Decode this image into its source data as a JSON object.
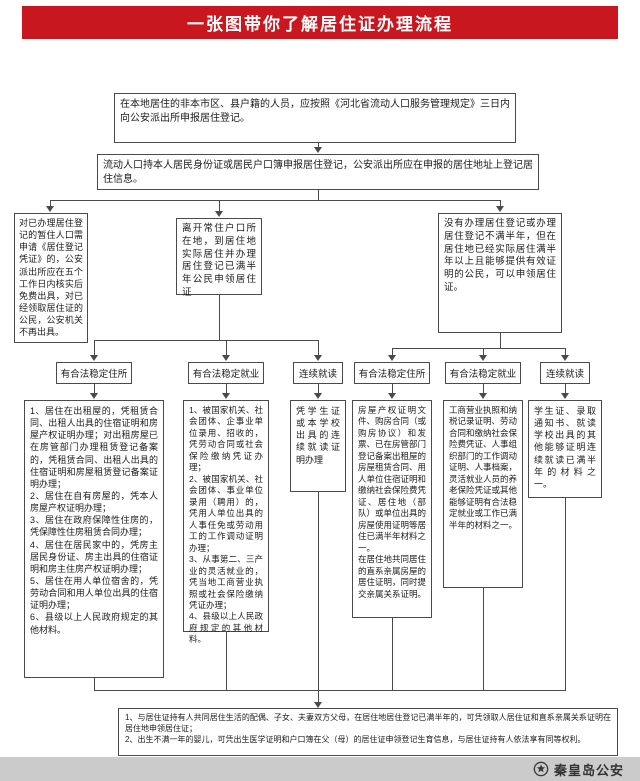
{
  "title": "一张图带你了解居住证办理流程",
  "flow": {
    "step1": "在本地居住的非本市区、县户籍的人员，应按照《河北省流动人口服务管理规定》三日内向公安派出所申报居住登记。",
    "step2": "流动人口持本人居民身份证或居民户口簿申报居住登记，公安派出所应在申报的居住地址上登记居住信息。",
    "branch_left": "对已办理居住登记的暂住人口需申请《居住登记凭证》的，公安派出所应在五个工作日内核实后免费出具，对已经领取居住证的公民，公安机关不再出具。",
    "branch_middle": "离开常住户口所在地，到居住地实际居住并办理居住登记已满半年公民申领居住证",
    "branch_right": "没有办理居住登记或办理居住登记不满半年，但在居住地已经实际居住满半年以上且能够提供有效证明的公民，可以申领居住证。",
    "labels": [
      "有合法稳定住所",
      "有合法稳定就业",
      "连续就读",
      "有合法稳定住所",
      "有合法稳定就业",
      "连续就读"
    ],
    "details": [
      {
        "items": [
          "1、居住在出租屋的，凭租赁合同、出租人出具的住宿证明和房屋产权证明办理；对出租房屋已在房管部门办理租赁登记备案的，凭租赁合同、出租人出具的住宿证明和房屋租赁登记备案证明办理；",
          "2、居住在自有房屋的，凭本人房屋产权证明办理；",
          "3、居住在政府保障性住房的，凭保障性住房租赁合同办理；",
          "4、居住在居民家中的，凭房主居民身份证、房主出具的住宿证明和房主住房产权证明办理；",
          "5、居住在用人单位宿舍的，凭劳动合同和用人单位出具的住宿证明办理；",
          "6、县级以上人民政府规定的其他材料。"
        ]
      },
      {
        "items": [
          "1、被国家机关、社会团体、企事业单位录用、招收的，凭劳动合同或社会保险缴纳凭证办理；",
          "2、被国家机关、社会团体、事业单位录用（聘用）的，凭用人单位出具的人事任免或劳动用工的工作调动证明办理；",
          "3、从事第二、三产业的灵活就业的，凭当地工商营业执照或社会保险缴纳凭证办理；",
          "4、县级以上人民政府规定的其他材料。"
        ]
      },
      {
        "items": [
          "凭学生证或本学校出具的连续就读证明办理"
        ]
      },
      {
        "items": [
          "房屋产权证明文件、购房合同（或购房协议）和发票、已在房管部门登记备案出租屋的房屋租赁合同、用人单位住宿证明和缴纳社会保险费凭证、居住地（部队）或单位出具的房屋使用证明等居住已满半年材料之一。",
          "在居住地共同居住的直系亲属房屋的居住证明，同时提交亲属关系证明。"
        ]
      },
      {
        "items": [
          "工商营业执照和纳税记录证明、劳动合同和缴纳社会保险费凭证、人事组织部门的工作调动证明、人事档案，灵活就业人员的养老保险凭证或其他能够证明有合法稳定就业或工作已满半年的材料之一。"
        ]
      },
      {
        "items": [
          "学生证、录取通知书、就读学校出具的其他能够证明连续就读已满半年的材料之一。"
        ]
      }
    ],
    "bottom": {
      "items": [
        "1、与居住证持有人共同居住生活的配偶、子女、夫妻双方父母，在居住地居住登记已满半年的，可凭领取人居住证和直系亲属关系证明在居住地申领居住证；",
        "2、出生不满一年的婴儿，可凭出生医学证明和户口簿在父（母）的居住证申领登记生育信息，与居住证持有人依法享有同等权利。"
      ]
    }
  },
  "footer": {
    "brand": "秦皇岛公安",
    "badge_icon": "police-badge-icon"
  },
  "colors": {
    "banner": "#c8171e",
    "line": "#4a4a4a",
    "footer_bg": "#cbcbcb"
  }
}
